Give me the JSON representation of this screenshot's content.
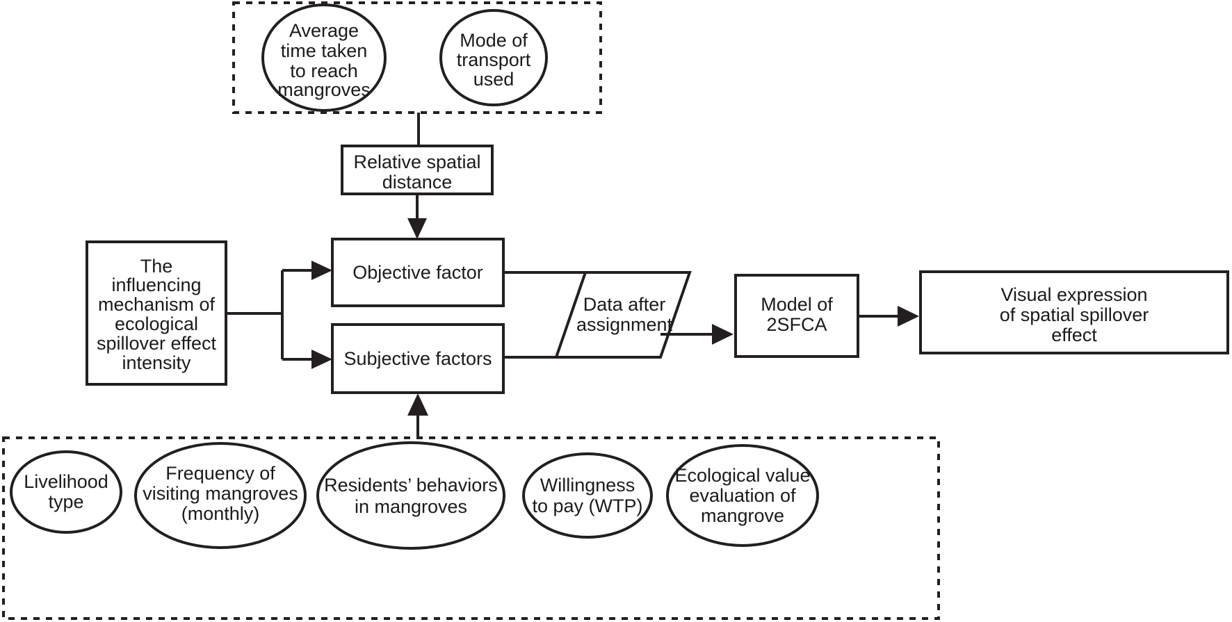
{
  "diagram": {
    "title": "Influencing mechanism of ecological spillover effect intensity",
    "colors": {
      "stroke": "#231f20",
      "text": "#1b1b1b",
      "background": "#ffffff"
    },
    "groups": {
      "objective_group": {
        "name": "objective-indicator-group",
        "style": "dashed"
      },
      "subjective_group": {
        "name": "subjective-indicator-group",
        "style": "dashed"
      }
    },
    "objective_indicators": [
      {
        "id": "avg-time",
        "lines": [
          "Average",
          "time taken",
          "to reach",
          "mangroves"
        ]
      },
      {
        "id": "mode-transport",
        "lines": [
          "Mode of",
          "transport",
          "used"
        ]
      }
    ],
    "subjective_indicators": [
      {
        "id": "livelihood-type",
        "lines": [
          "Livelihood",
          "type"
        ]
      },
      {
        "id": "frequency-visiting",
        "lines": [
          "Frequency of",
          "visiting mangroves",
          "(monthly)"
        ]
      },
      {
        "id": "residents-behaviors",
        "lines": [
          "Residents’  behaviors",
          "in mangroves"
        ]
      },
      {
        "id": "willingness-to-pay",
        "lines": [
          "Willingness",
          "to pay (WTP)"
        ]
      },
      {
        "id": "ecological-value",
        "lines": [
          "Ecological value",
          "evaluation of",
          "mangrove"
        ]
      }
    ],
    "process_nodes": {
      "relative_spatial_distance": {
        "lines": [
          "Relative spatial",
          "distance"
        ]
      },
      "influencing_mechanism": {
        "lines": [
          "The",
          "influencing",
          "mechanism of",
          "ecological",
          "spillover effect",
          "intensity"
        ]
      },
      "objective_factor": {
        "lines": [
          "Objective factor"
        ]
      },
      "subjective_factors": {
        "lines": [
          "Subjective factors"
        ]
      },
      "data_after_assignment": {
        "lines": [
          "Data after",
          "assignment"
        ]
      },
      "model_2sfca": {
        "lines": [
          "Model of",
          "2SFCA"
        ]
      },
      "visual_expression": {
        "lines": [
          "Visual expression",
          "of spatial spillover",
          "effect"
        ]
      }
    }
  }
}
